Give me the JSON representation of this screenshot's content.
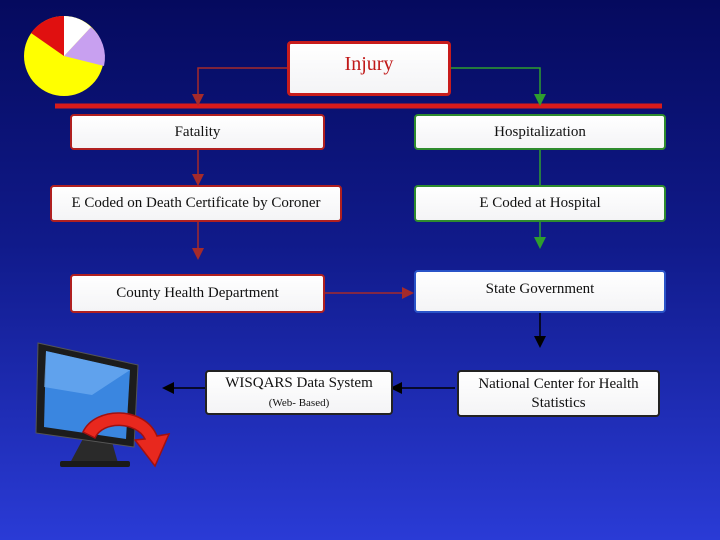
{
  "diagram": {
    "root": {
      "label": "Injury"
    },
    "left": {
      "fatality": "Fatality",
      "coded": "E Coded on Death Certificate by Coroner",
      "county": "County Health Department",
      "wisqars": "WISQARS Data System",
      "wisqars_sub": "(Web- Based)"
    },
    "right": {
      "hospitalization": "Hospitalization",
      "coded": "E Coded at Hospital",
      "state": "State Government",
      "nchs": "National Center for Health Statistics"
    }
  },
  "colors": {
    "left_branch": "#a52a2a",
    "right_branch": "#2e9e2e",
    "divider": "#d81b1b",
    "pie_yellow": "#ffff00",
    "pie_lavender": "#c8a0f0",
    "pie_red": "#e01010",
    "pie_white": "#ffffff"
  },
  "icons": [
    "pie-chart-icon",
    "computer-monitor-icon",
    "curved-arrow-icon"
  ]
}
